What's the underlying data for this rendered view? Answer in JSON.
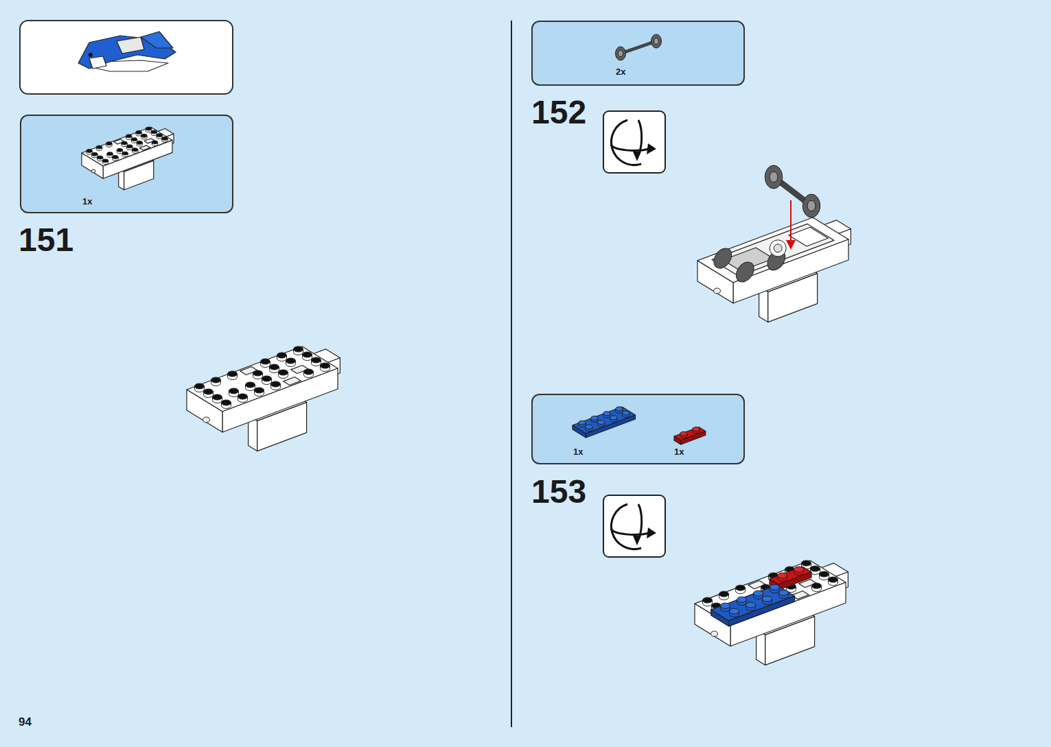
{
  "diagram": {
    "nodes": [
      {
        "text": [
          "1x"
        ]
      },
      {
        "text": [
          "2x"
        ]
      },
      {
        "text": [
          "1x",
          "1x"
        ]
      }
    ],
    "labels": [
      "151",
      "152",
      "153",
      "94"
    ]
  }
}
